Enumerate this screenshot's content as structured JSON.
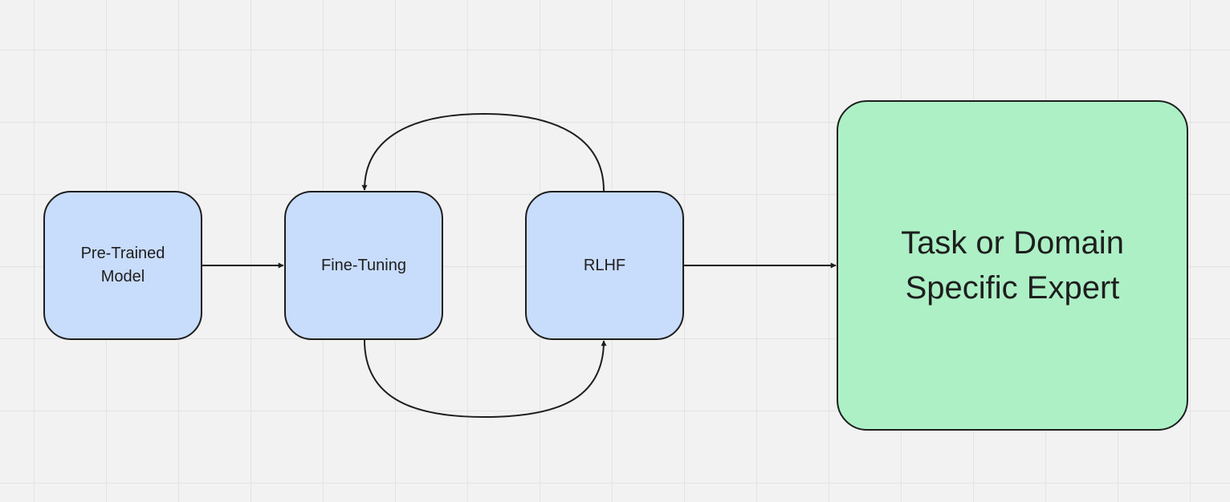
{
  "diagram": {
    "nodes": [
      {
        "id": "pretrained",
        "label": "Pre-Trained Model",
        "fill": "#c8dcfb"
      },
      {
        "id": "finetuning",
        "label": "Fine-Tuning",
        "fill": "#c8dcfb"
      },
      {
        "id": "rlhf",
        "label": "RLHF",
        "fill": "#c8dcfb"
      },
      {
        "id": "expert",
        "label": "Task or Domain Specific Expert",
        "fill": "#adf0c6"
      }
    ],
    "edges": [
      {
        "from": "pretrained",
        "to": "finetuning"
      },
      {
        "from": "finetuning",
        "to": "rlhf"
      },
      {
        "from": "rlhf",
        "to": "finetuning"
      },
      {
        "from": "rlhf",
        "to": "expert"
      }
    ],
    "colors": {
      "background": "#f2f2f2",
      "grid": "#e3e3e3",
      "stroke": "#1e1e1e",
      "stage_fill": "#c8dcfb",
      "result_fill": "#adf0c6"
    }
  }
}
